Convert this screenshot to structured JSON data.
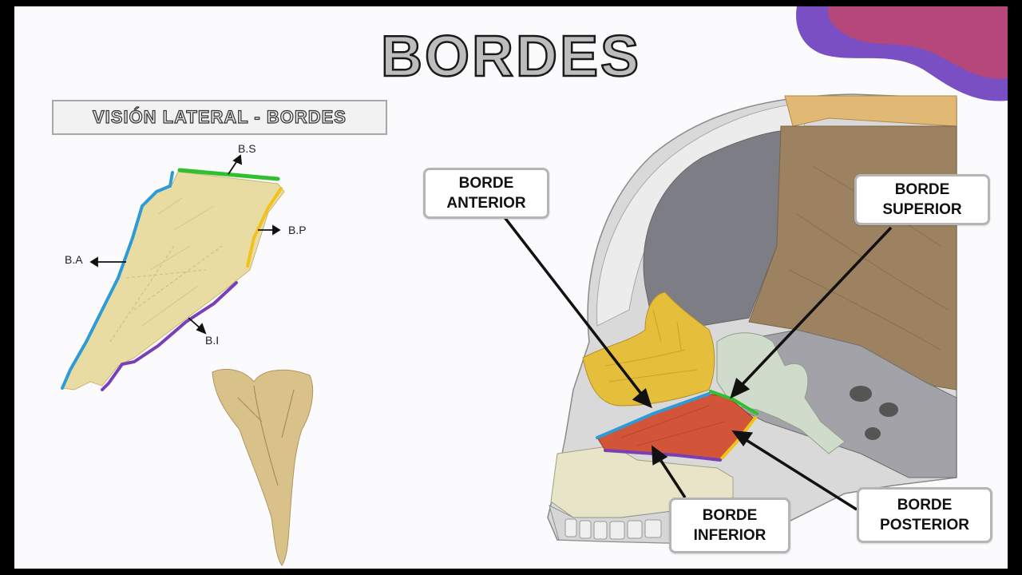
{
  "title": "BORDES",
  "subtitle": "VISIÓN LATERAL - BORDES",
  "small_labels": {
    "superior": "B.S",
    "posterior": "B.P",
    "anterior": "B.A",
    "inferior": "B.I"
  },
  "callouts": {
    "anterior": "BORDE\nANTERIOR",
    "superior": "BORDE\nSUPERIOR",
    "inferior": "BORDE\nINFERIOR",
    "posterior": "BORDE\nPOSTERIOR"
  },
  "colors": {
    "anterior_border": "#2f9bd6",
    "superior_border": "#2fbf2f",
    "posterior_border": "#f2c21c",
    "inferior_border": "#7b3fb5",
    "bone": "#e9dca2",
    "highlight_red": "#d2553a",
    "accent_purple": "#7a4fc4",
    "accent_pink": "#b5477a"
  }
}
